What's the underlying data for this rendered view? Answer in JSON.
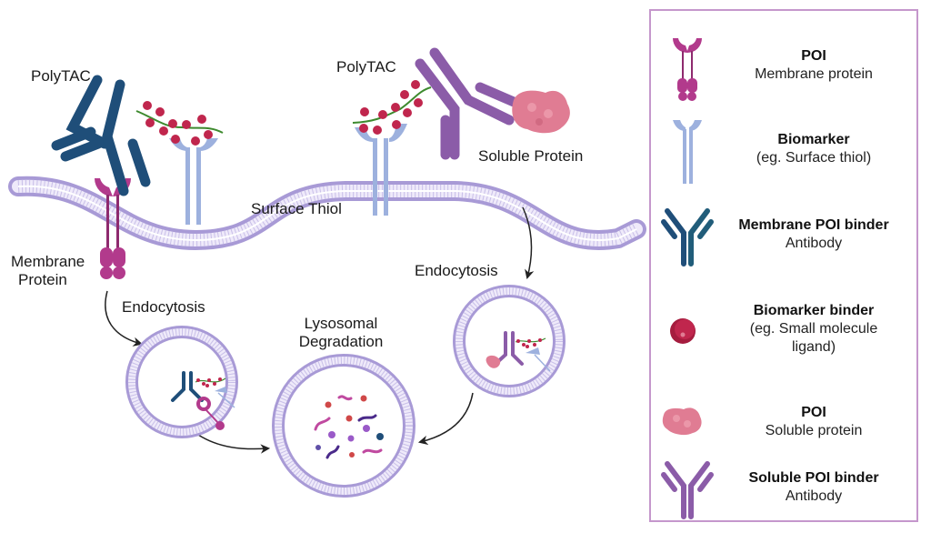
{
  "diagram": {
    "labels": {
      "polytac_left": "PolyTAC",
      "polytac_right": "PolyTAC",
      "membrane_protein_line1": "Membrane",
      "membrane_protein_line2": "Protein",
      "surface_thiol": "Surface Thiol",
      "soluble_protein": "Soluble Protein",
      "endocytosis_left": "Endocytosis",
      "endocytosis_right": "Endocytosis",
      "lysosomal_line1": "Lysosomal",
      "lysosomal_line2": "Degradation"
    },
    "colors": {
      "membrane": "#a89ad6",
      "membrane_antibody": "#1f4e79",
      "soluble_antibody": "#8b5ca8",
      "poi_membrane": "#b23a8c",
      "biomarker": "#9db1de",
      "biomarker_binder": "#c0264d",
      "linker": "#3d8a2e",
      "soluble_poi": "#e07c93",
      "legend_border": "#c597cc"
    }
  },
  "legend": {
    "items": [
      {
        "icon": "membrane-poi-icon",
        "title": "POI",
        "subtitle": "Membrane protein"
      },
      {
        "icon": "biomarker-icon",
        "title": "Biomarker",
        "subtitle": "(eg. Surface thiol)"
      },
      {
        "icon": "membrane-antibody-icon",
        "title": "Membrane POI binder",
        "subtitle": "Antibody"
      },
      {
        "icon": "biomarker-binder-icon",
        "title": "Biomarker binder",
        "subtitle": "(eg. Small molecule ligand)"
      },
      {
        "icon": "soluble-poi-icon",
        "title": "POI",
        "subtitle": "Soluble protein"
      },
      {
        "icon": "soluble-antibody-icon",
        "title": "Soluble POI binder",
        "subtitle": "Antibody"
      }
    ]
  }
}
